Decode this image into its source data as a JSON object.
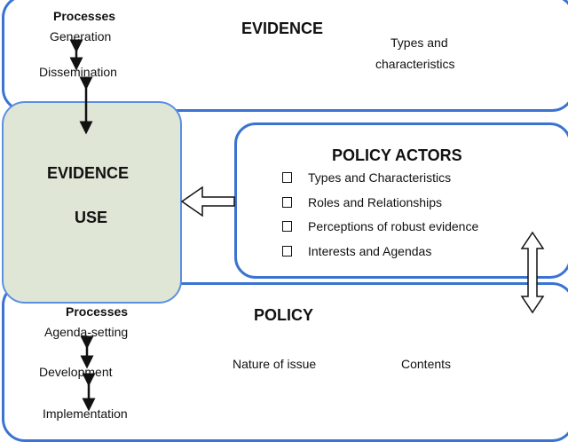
{
  "evidence": {
    "title": "EVIDENCE",
    "processes_label": "Processes",
    "process_steps": [
      "Generation",
      "Dissemination"
    ],
    "side_text_line1": "Types and",
    "side_text_line2": "characteristics"
  },
  "evidence_use": {
    "line1": "EVIDENCE",
    "line2": "USE",
    "fill_color": "#dfe6d6"
  },
  "policy_actors": {
    "title": "POLICY ACTORS",
    "items": [
      "Types and Characteristics",
      "Roles and Relationships",
      "Perceptions of robust evidence",
      "Interests and Agendas"
    ]
  },
  "policy": {
    "title": "POLICY",
    "processes_label": "Processes",
    "process_steps": [
      "Agenda-setting",
      "Development",
      "Implementation"
    ],
    "nature_text": "Nature of issue",
    "contents_text": "Contents"
  },
  "colors": {
    "border": "#3a73d1",
    "arrow": "#111111"
  }
}
